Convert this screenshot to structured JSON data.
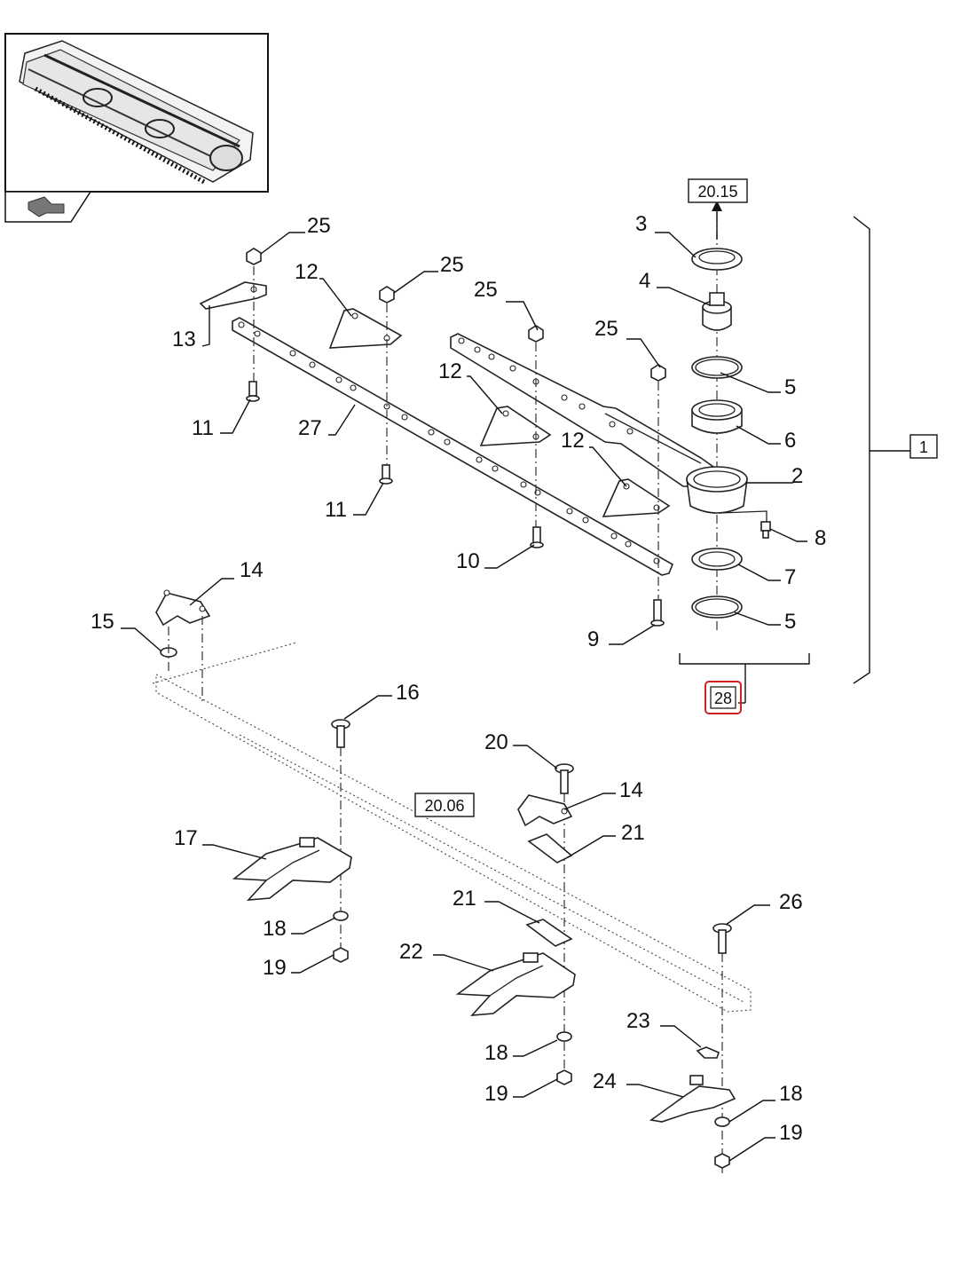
{
  "callouts": [
    {
      "id": "25",
      "text": "25"
    },
    {
      "id": "25b",
      "text": "25"
    },
    {
      "id": "25c",
      "text": "25"
    },
    {
      "id": "25d",
      "text": "25"
    },
    {
      "id": "12",
      "text": "12"
    },
    {
      "id": "12b",
      "text": "12"
    },
    {
      "id": "12c",
      "text": "12"
    },
    {
      "id": "13",
      "text": "13"
    },
    {
      "id": "11",
      "text": "11"
    },
    {
      "id": "11b",
      "text": "11"
    },
    {
      "id": "27",
      "text": "27"
    },
    {
      "id": "10",
      "text": "10"
    },
    {
      "id": "9",
      "text": "9"
    },
    {
      "id": "3",
      "text": "3"
    },
    {
      "id": "4",
      "text": "4"
    },
    {
      "id": "5",
      "text": "5"
    },
    {
      "id": "5b",
      "text": "5"
    },
    {
      "id": "6",
      "text": "6"
    },
    {
      "id": "2",
      "text": "2"
    },
    {
      "id": "8",
      "text": "8"
    },
    {
      "id": "7",
      "text": "7"
    },
    {
      "id": "1",
      "text": "1"
    },
    {
      "id": "28",
      "text": "28"
    },
    {
      "id": "14",
      "text": "14"
    },
    {
      "id": "14b",
      "text": "14"
    },
    {
      "id": "15",
      "text": "15"
    },
    {
      "id": "16",
      "text": "16"
    },
    {
      "id": "17",
      "text": "17"
    },
    {
      "id": "18",
      "text": "18"
    },
    {
      "id": "18b",
      "text": "18"
    },
    {
      "id": "18c",
      "text": "18"
    },
    {
      "id": "19",
      "text": "19"
    },
    {
      "id": "19b",
      "text": "19"
    },
    {
      "id": "19c",
      "text": "19"
    },
    {
      "id": "20",
      "text": "20"
    },
    {
      "id": "21",
      "text": "21"
    },
    {
      "id": "21b",
      "text": "21"
    },
    {
      "id": "22",
      "text": "22"
    },
    {
      "id": "23",
      "text": "23"
    },
    {
      "id": "24",
      "text": "24"
    },
    {
      "id": "26",
      "text": "26"
    }
  ],
  "references": {
    "ref_top": "20.15",
    "ref_mid": "20.06"
  },
  "colors": {
    "highlight": "#cc2222",
    "line": "#222222"
  },
  "icons": {
    "overview": "header-overview-thumbnail",
    "nav": "navigate-back-arrow-icon"
  }
}
